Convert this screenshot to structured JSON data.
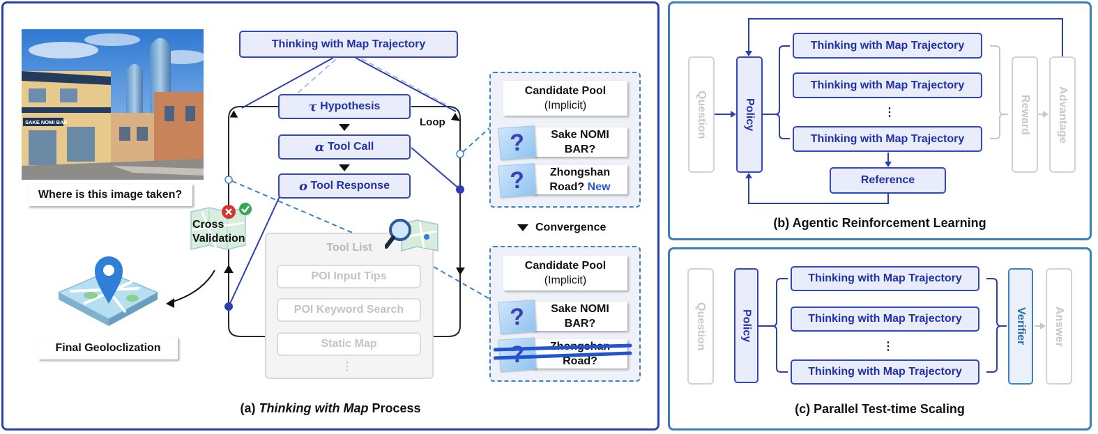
{
  "panel_a": {
    "caption_prefix": "(a) ",
    "caption_italic": "Thinking with Map",
    "caption_suffix": " Process",
    "image_question": "Where is this image taken?",
    "shop_sign": "SAKE NOMI BAR",
    "trajectory_label": "Thinking with Map Trajectory",
    "hypothesis_symbol": "τ",
    "hypothesis_label": " Hypothesis",
    "toolcall_symbol": "α",
    "toolcall_label": " Tool Call",
    "toolresp_symbol": "o",
    "toolresp_label": " Tool Response",
    "loop_label": "Loop",
    "cross_validation_1": "Cross",
    "cross_validation_2": "Validation",
    "final_label": "Final Geoloclization",
    "tool_list": {
      "title": "Tool List",
      "items": [
        "POI Input Tips",
        "POI Keyword Search",
        "Static Map"
      ],
      "more": "⋮"
    },
    "convergence_label": "Convergence",
    "pool_top": {
      "title_1": "Candidate Pool",
      "title_2": "(Implicit)",
      "c1_1": "Sake NOMI",
      "c1_2": "BAR?",
      "c2_1": "Zhongshan",
      "c2_2": "Road?",
      "c2_badge": "New"
    },
    "pool_bottom": {
      "title_1": "Candidate Pool",
      "title_2": "(Implicit)",
      "c1_1": "Sake NOMI",
      "c1_2": "BAR?",
      "c2_1": "Zhongshan",
      "c2_2": "Road?"
    }
  },
  "panel_b": {
    "caption": "(b) Agentic Reinforcement Learning",
    "question": "Question",
    "policy": "Policy",
    "trajectories": [
      "Thinking with Map Trajectory",
      "Thinking with Map Trajectory",
      "Thinking with Map Trajectory"
    ],
    "ellipsis": "⋮",
    "reference": "Reference",
    "reward": "Reward",
    "advantage": "Advantage"
  },
  "panel_c": {
    "caption": "(c) Parallel Test-time Scaling",
    "question": "Question",
    "policy": "Policy",
    "trajectories": [
      "Thinking with Map Trajectory",
      "Thinking with Map Trajectory",
      "Thinking with Map Trajectory"
    ],
    "ellipsis": "⋮",
    "verifier": "Verifier",
    "answer": "Answer"
  },
  "colors": {
    "primary": "#2c3fb0",
    "box_fill": "#e9ecfa",
    "panel_border_bc": "#3a7fb8",
    "dashed": "#3a82c4",
    "gray": "#c8c8c8",
    "new_badge": "#2a57d6"
  }
}
